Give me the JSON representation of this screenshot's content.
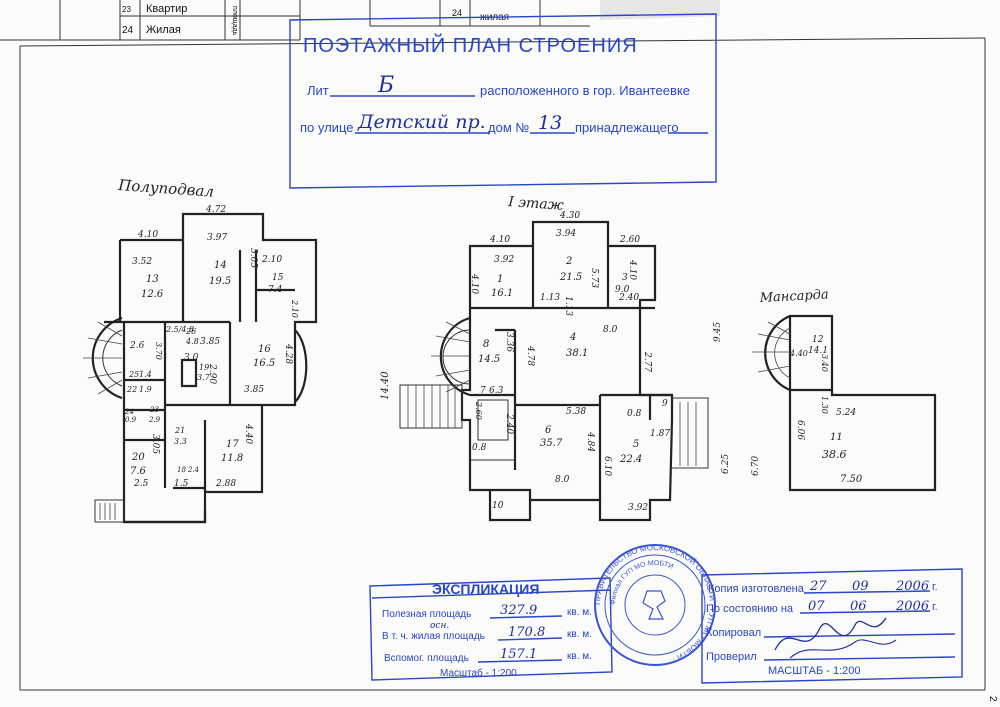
{
  "top_table": {
    "rows": [
      {
        "num": "23",
        "text": "Квартир"
      },
      {
        "num": "24",
        "text": "Жилая"
      }
    ],
    "vertical_text": "площадь",
    "right_num": "24",
    "right_text": "жилая"
  },
  "title_stamp": {
    "title": "ПОЭТАЖНЫЙ ПЛАН СТРОЕНИЯ",
    "lit_label": "Лит",
    "lit_value": "Б",
    "located_label": "расположенного  в гор. Ивантеевке",
    "street_label": "по улице",
    "street_value": "Детский пр.",
    "house_label": "дом  №",
    "house_value": "13",
    "owner_label": "принадлежащего"
  },
  "floors": {
    "basement": {
      "title": "Полуподвал",
      "rooms": [
        {
          "n": "13",
          "a": "12.6"
        },
        {
          "n": "14",
          "a": "19.5"
        },
        {
          "n": "15",
          "a": "7.4"
        },
        {
          "n": "16",
          "a": "16.5"
        },
        {
          "n": "17",
          "a": "11.8"
        },
        {
          "n": "18",
          "a": "2.4"
        },
        {
          "n": "19",
          "a": "3.7"
        },
        {
          "n": "20",
          "a": "7.6"
        },
        {
          "n": "21",
          "a": "3.3"
        },
        {
          "n": "22",
          "a": "1.9"
        },
        {
          "n": "23",
          "a": "2.9"
        },
        {
          "n": "24",
          "a": "0.9"
        },
        {
          "n": "25",
          "a": "1.4"
        },
        {
          "n": "26",
          "a": "4.8"
        }
      ],
      "dims": [
        "4.72",
        "4.10",
        "3.97",
        "5.05",
        "3.52",
        "2.10",
        "2.5/4.8",
        "3.85",
        "4.28",
        "3.0",
        "2.90",
        "3.85",
        "4.40",
        "3.05",
        "2.5",
        "1.5",
        "2.88",
        "2.10",
        "3.70",
        "2.6"
      ]
    },
    "first": {
      "title": "I этаж",
      "rooms": [
        {
          "n": "1",
          "a": "16.1"
        },
        {
          "n": "2",
          "a": "21.5"
        },
        {
          "n": "3",
          "a": "9.0"
        },
        {
          "n": "4",
          "a": "38.1"
        },
        {
          "n": "5",
          "a": "22.4"
        },
        {
          "n": "6",
          "a": "35.7"
        },
        {
          "n": "7",
          "a": "6.3"
        },
        {
          "n": "8",
          "a": "14.5"
        },
        {
          "n": "9",
          "a": ""
        },
        {
          "n": "10",
          "a": ""
        }
      ],
      "dims": [
        "4.30",
        "3.94",
        "4.10",
        "3.92",
        "2.60",
        "4.10",
        "5.73",
        "4.10",
        "2.40",
        "1.13",
        "1.13",
        "8.0",
        "3.36",
        "4.78",
        "2.77",
        "5.38",
        "0.8",
        "1.87",
        "4.84",
        "6.10",
        "2.40",
        "2.60",
        "0.8",
        "8.0",
        "3.92",
        "14.40",
        "9.45",
        "6.25",
        "6.70"
      ]
    },
    "attic": {
      "title": "Мансарда",
      "rooms": [
        {
          "n": "11",
          "a": "38.6"
        },
        {
          "n": "12",
          "a": "14.1"
        }
      ],
      "dims": [
        "4.40",
        "3.40",
        "1.30",
        "5.24",
        "6.06",
        "7.50"
      ]
    }
  },
  "explication": {
    "title": "ЭКСПЛИКАЦИЯ",
    "useful_label": "Полезная площадь",
    "useful_value": "327.9",
    "living_label": "В т. ч. жилая площадь",
    "living_value": "170.8",
    "living_note": "осн.",
    "aux_label": "Вспомог. площадь",
    "aux_value": "157.1",
    "unit": "кв. м.",
    "scale": "Масштаб  -  1:200"
  },
  "certification": {
    "made_label": "Копия изготовлена",
    "made_day": "27",
    "made_month": "09",
    "made_year": "2006",
    "year_suffix": "г.",
    "state_label": "По состоянию на",
    "state_day": "07",
    "state_month": "06",
    "state_year": "2006",
    "copied_label": "Копировал",
    "checked_label": "Проверил",
    "scale": "МАСШТАБ  -  1:200"
  },
  "seal": {
    "ring_text": "ПРАВИТЕЛЬСТВО МОСКОВСКОЙ ОБЛАСТИ · ГУП МО МОБТИ ·",
    "inner_text": "Филиал ГУП МО МОБТИ"
  },
  "page_number": "2",
  "colors": {
    "stamp": "#2a46c9",
    "ink": "#222222",
    "seal": "#3b55d6"
  }
}
